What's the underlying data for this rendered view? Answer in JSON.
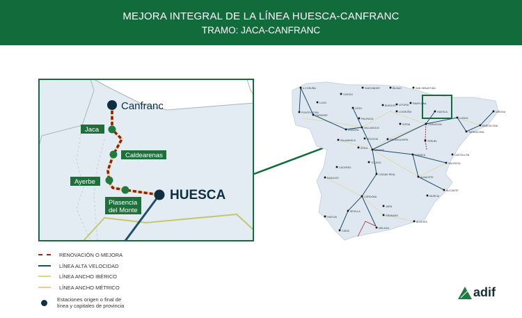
{
  "header": {
    "title": "MEJORA INTEGRAL DE LA LÍNEA HUESCA-CANFRANC",
    "subtitle": "TRAMO: JACA-CANFRANC"
  },
  "inset": {
    "stations": {
      "canfranc": "Canfranc",
      "jaca": "Jaca",
      "caldearenas": "Caldearenas",
      "ayerbe": "Ayerbe",
      "plasencia_1": "Plasencia",
      "plasencia_2": "del Monte",
      "huesca": "HUESCA"
    }
  },
  "spain_map": {
    "cities": [
      "A CORUÑA",
      "OVIEDO",
      "SANTANDER",
      "BILBAO",
      "SAN SEBASTIÁN",
      "PONTEVEDRA",
      "OURENSE",
      "LUGO",
      "LEÓN",
      "BURGOS",
      "VITORIA",
      "PAMPLONA",
      "LOGROÑO",
      "PALENCIA",
      "VALLADOLID",
      "ZAMORA",
      "SALAMANCA",
      "SEGOVIA",
      "SORIA",
      "ZARAGOZA",
      "HUESCA",
      "LLEIDA",
      "GIRONA",
      "BARCELONA",
      "TARRAGONA",
      "ÁVILA",
      "MADRID",
      "GUADALAJARA",
      "TERUEL",
      "CUENCA",
      "CASTELLÓN",
      "VALENCIA",
      "TOLEDO",
      "CÁCERES",
      "CIUDAD REAL",
      "ALBACETE",
      "BADAJOZ",
      "ALICANTE",
      "MURCIA",
      "CÓRDOBA",
      "JAÉN",
      "HUELVA",
      "SEVILLA",
      "GRANADA",
      "ALMERÍA",
      "CÁDIZ",
      "MÁLAGA"
    ]
  },
  "legend": {
    "items": [
      "RENOVACIÓN O MEJORA",
      "LÍNEA ALTA VELOCIDAD",
      "LÍNEA ANCHO IBÉRICO",
      "LÍNEA ANCHO MÉTRICO"
    ],
    "stations_1": "Estaciones origen o final de",
    "stations_2": "línea y capitales de provincia"
  },
  "logo": {
    "text": "adif"
  },
  "colors": {
    "brand": "#126b3a",
    "renovation": "#a8241c",
    "high_speed": "#1d4e6b",
    "iberian": "#c9cf7a",
    "metric": "#e8c98a",
    "station": "#0d2f3f"
  }
}
